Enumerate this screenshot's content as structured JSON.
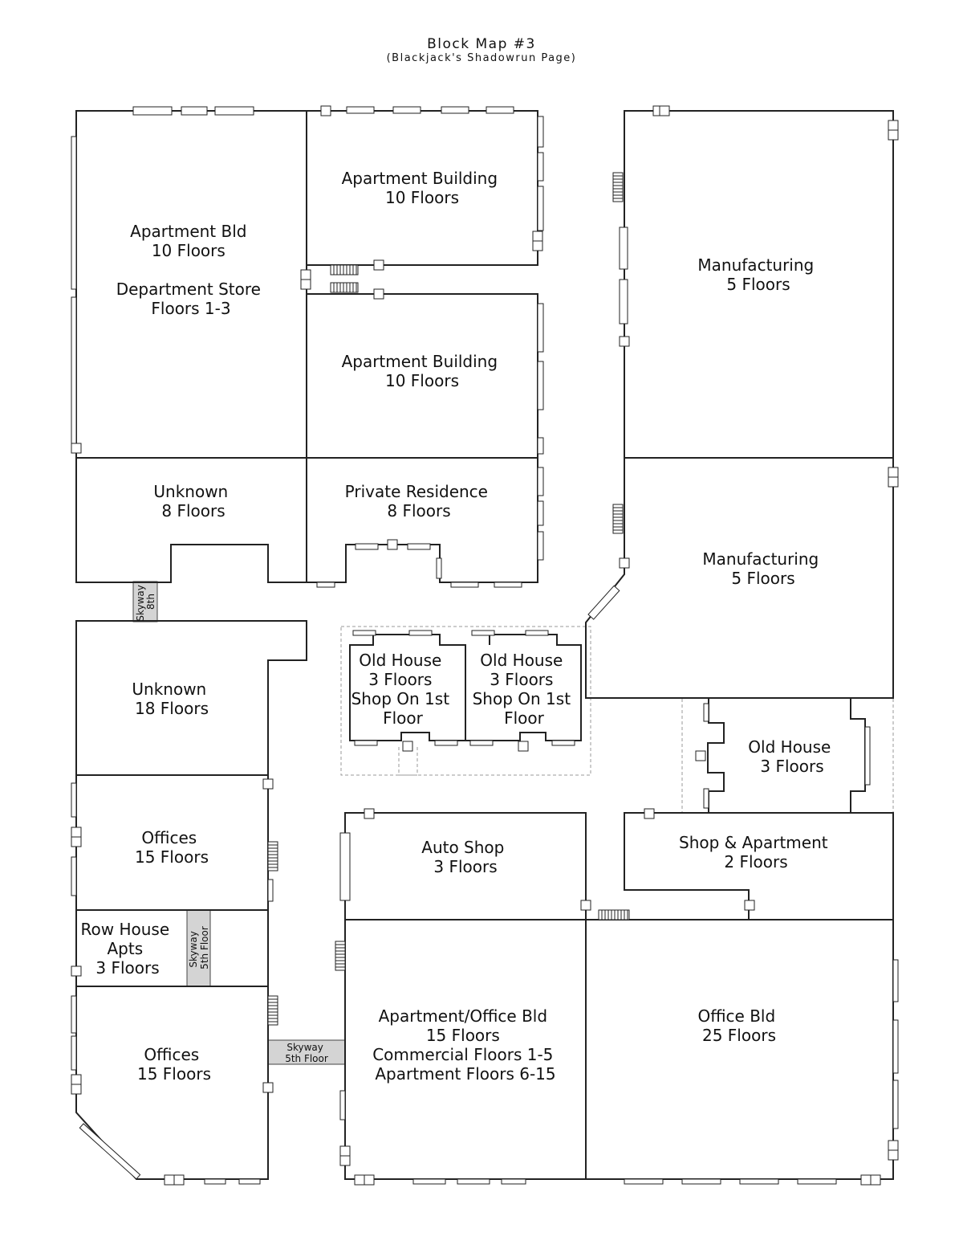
{
  "title": "Block Map #3",
  "subtitle": "(Blackjack's Shadowrun Page)",
  "buildings": {
    "apt_bld_nw": [
      "Apartment Bld",
      "10 Floors",
      "",
      "Department Store",
      "Floors 1-3"
    ],
    "apt_building_1": [
      "Apartment Building",
      "10 Floors"
    ],
    "apt_building_2": [
      "Apartment Building",
      "10 Floors"
    ],
    "manufacturing_1": [
      "Manufacturing",
      "5 Floors"
    ],
    "manufacturing_2": [
      "Manufacturing",
      "5 Floors"
    ],
    "unknown_8": [
      "Unknown",
      "8 Floors"
    ],
    "private_residence": [
      "Private Residence",
      "8 Floors"
    ],
    "old_house_1": [
      "Old House",
      "3 Floors",
      "Shop On 1st",
      "Floor"
    ],
    "old_house_2": [
      "Old House",
      "3 Floors",
      "Shop On 1st",
      "Floor"
    ],
    "old_house_3": [
      "Old House",
      "3 Floors"
    ],
    "unknown_18": [
      "Unknown",
      "18 Floors"
    ],
    "offices_1": [
      "Offices",
      "15 Floors"
    ],
    "row_house": [
      "Row House",
      "Apts",
      "3 Floors"
    ],
    "offices_2": [
      "Offices",
      "15 Floors"
    ],
    "auto_shop": [
      "Auto Shop",
      "3 Floors"
    ],
    "shop_apartment": [
      "Shop & Apartment",
      "2 Floors"
    ],
    "apt_office_bld": [
      "Apartment/Office Bld",
      "15 Floors",
      "Commercial Floors 1-5",
      "Apartment Floors 6-15"
    ],
    "office_bld": [
      "Office Bld",
      "25 Floors"
    ]
  },
  "skyways": {
    "skyway_8th": [
      "Skyway",
      "8th"
    ],
    "skyway_5th_a": [
      "Skyway",
      "5th Floor"
    ],
    "skyway_5th_b": [
      "Skyway",
      "5th Floor"
    ]
  }
}
